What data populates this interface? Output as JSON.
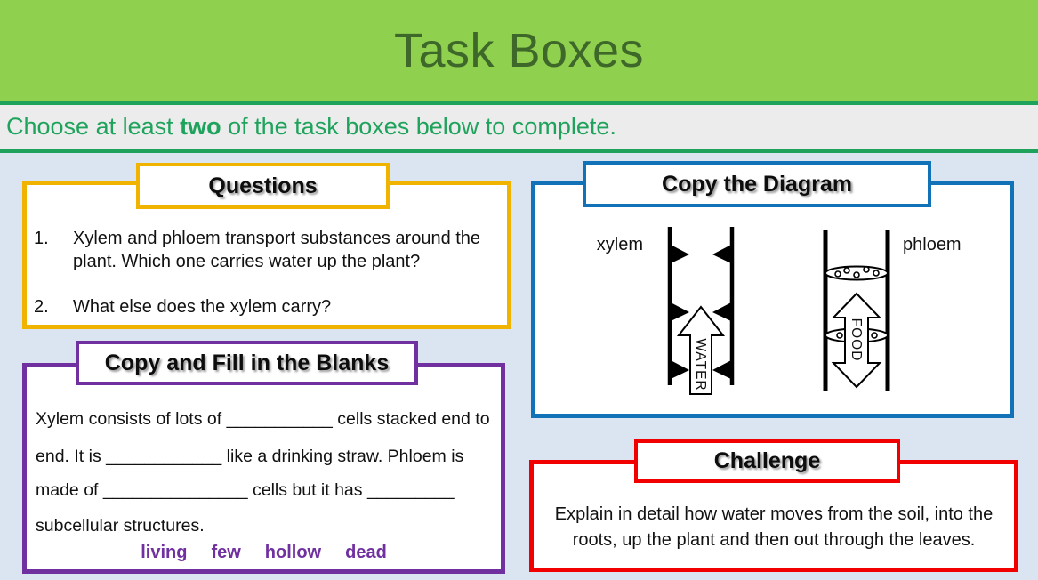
{
  "slide": {
    "title": "Task Boxes",
    "instruction": {
      "prefix": "Choose at least ",
      "emphasis": "two",
      "suffix": " of the task boxes below to complete."
    }
  },
  "colors": {
    "header_green": "#8FD04E",
    "title_dark_green": "#3E672A",
    "accent_green": "#1FA35C",
    "strip_gray": "#ECECEC",
    "body_light_blue": "#DBE5F1",
    "questions_yellow": "#F0B400",
    "diagram_blue": "#1272B8",
    "fill_purple": "#7030A0",
    "challenge_red": "#F20000"
  },
  "questions_box": {
    "title": "Questions",
    "items": [
      {
        "num": "1.",
        "text": "Xylem and phloem transport substances around the plant. Which one carries water up the plant?"
      },
      {
        "num": "2.",
        "text": "What else does the xylem carry?"
      }
    ]
  },
  "diagram_box": {
    "title": "Copy the Diagram",
    "xylem_label": "xylem",
    "phloem_label": "phloem",
    "water_arrow_label": "WATER",
    "food_arrow_label": "FOOD"
  },
  "fill_box": {
    "title": "Copy and Fill in the Blanks",
    "lines": [
      "Xylem consists of lots of ___________ cells stacked end to",
      "end. It is ____________ like a drinking straw. Phloem is",
      "made of _______________ cells but it has _________",
      "subcellular structures."
    ],
    "word_bank": [
      "living",
      "few",
      "hollow",
      "dead"
    ]
  },
  "challenge_box": {
    "title": "Challenge",
    "text": "Explain in detail how water moves from the soil, into the roots, up the plant and then out through the leaves."
  }
}
